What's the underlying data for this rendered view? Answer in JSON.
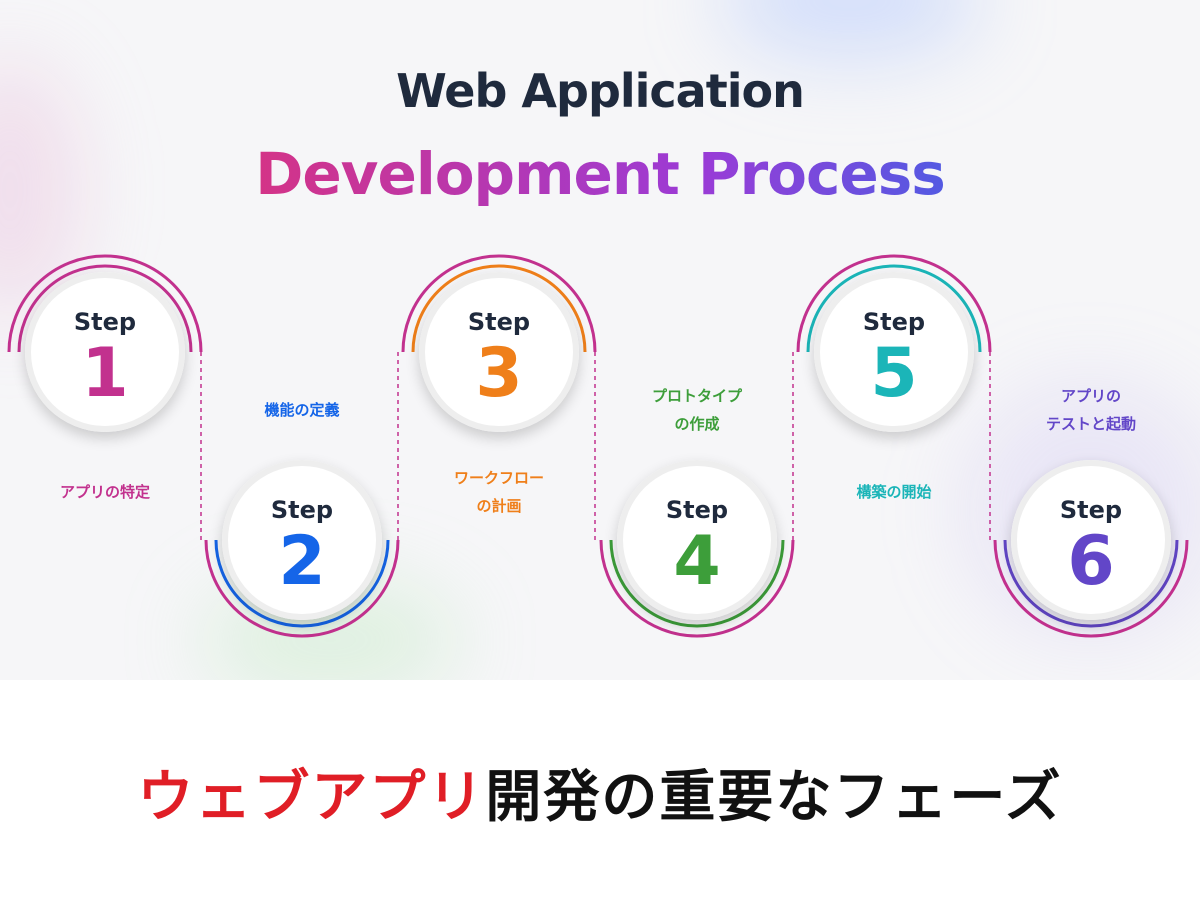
{
  "title": {
    "line1": "Web Application",
    "line2": "Development Process"
  },
  "steps": [
    {
      "word": "Step",
      "number": "1",
      "label": [
        "アプリの特定"
      ],
      "color": "#c2318e"
    },
    {
      "word": "Step",
      "number": "2",
      "label": [
        "機能の定義"
      ],
      "color": "#1565e8"
    },
    {
      "word": "Step",
      "number": "3",
      "label": [
        "ワークフロー",
        "の計画"
      ],
      "color": "#ef7f1a"
    },
    {
      "word": "Step",
      "number": "4",
      "label": [
        "プロトタイプ",
        "の作成"
      ],
      "color": "#3d9e3a"
    },
    {
      "word": "Step",
      "number": "5",
      "label": [
        "構築の開始"
      ],
      "color": "#1bb5b8"
    },
    {
      "word": "Step",
      "number": "6",
      "label": [
        "アプリの",
        "テストと起動"
      ],
      "color": "#6246c8"
    }
  ],
  "connector_color": "#c2318e",
  "caption": {
    "highlight": "ウェブアプリ",
    "rest": "開発の重要なフェーズ",
    "highlight_color": "#e01e26"
  }
}
